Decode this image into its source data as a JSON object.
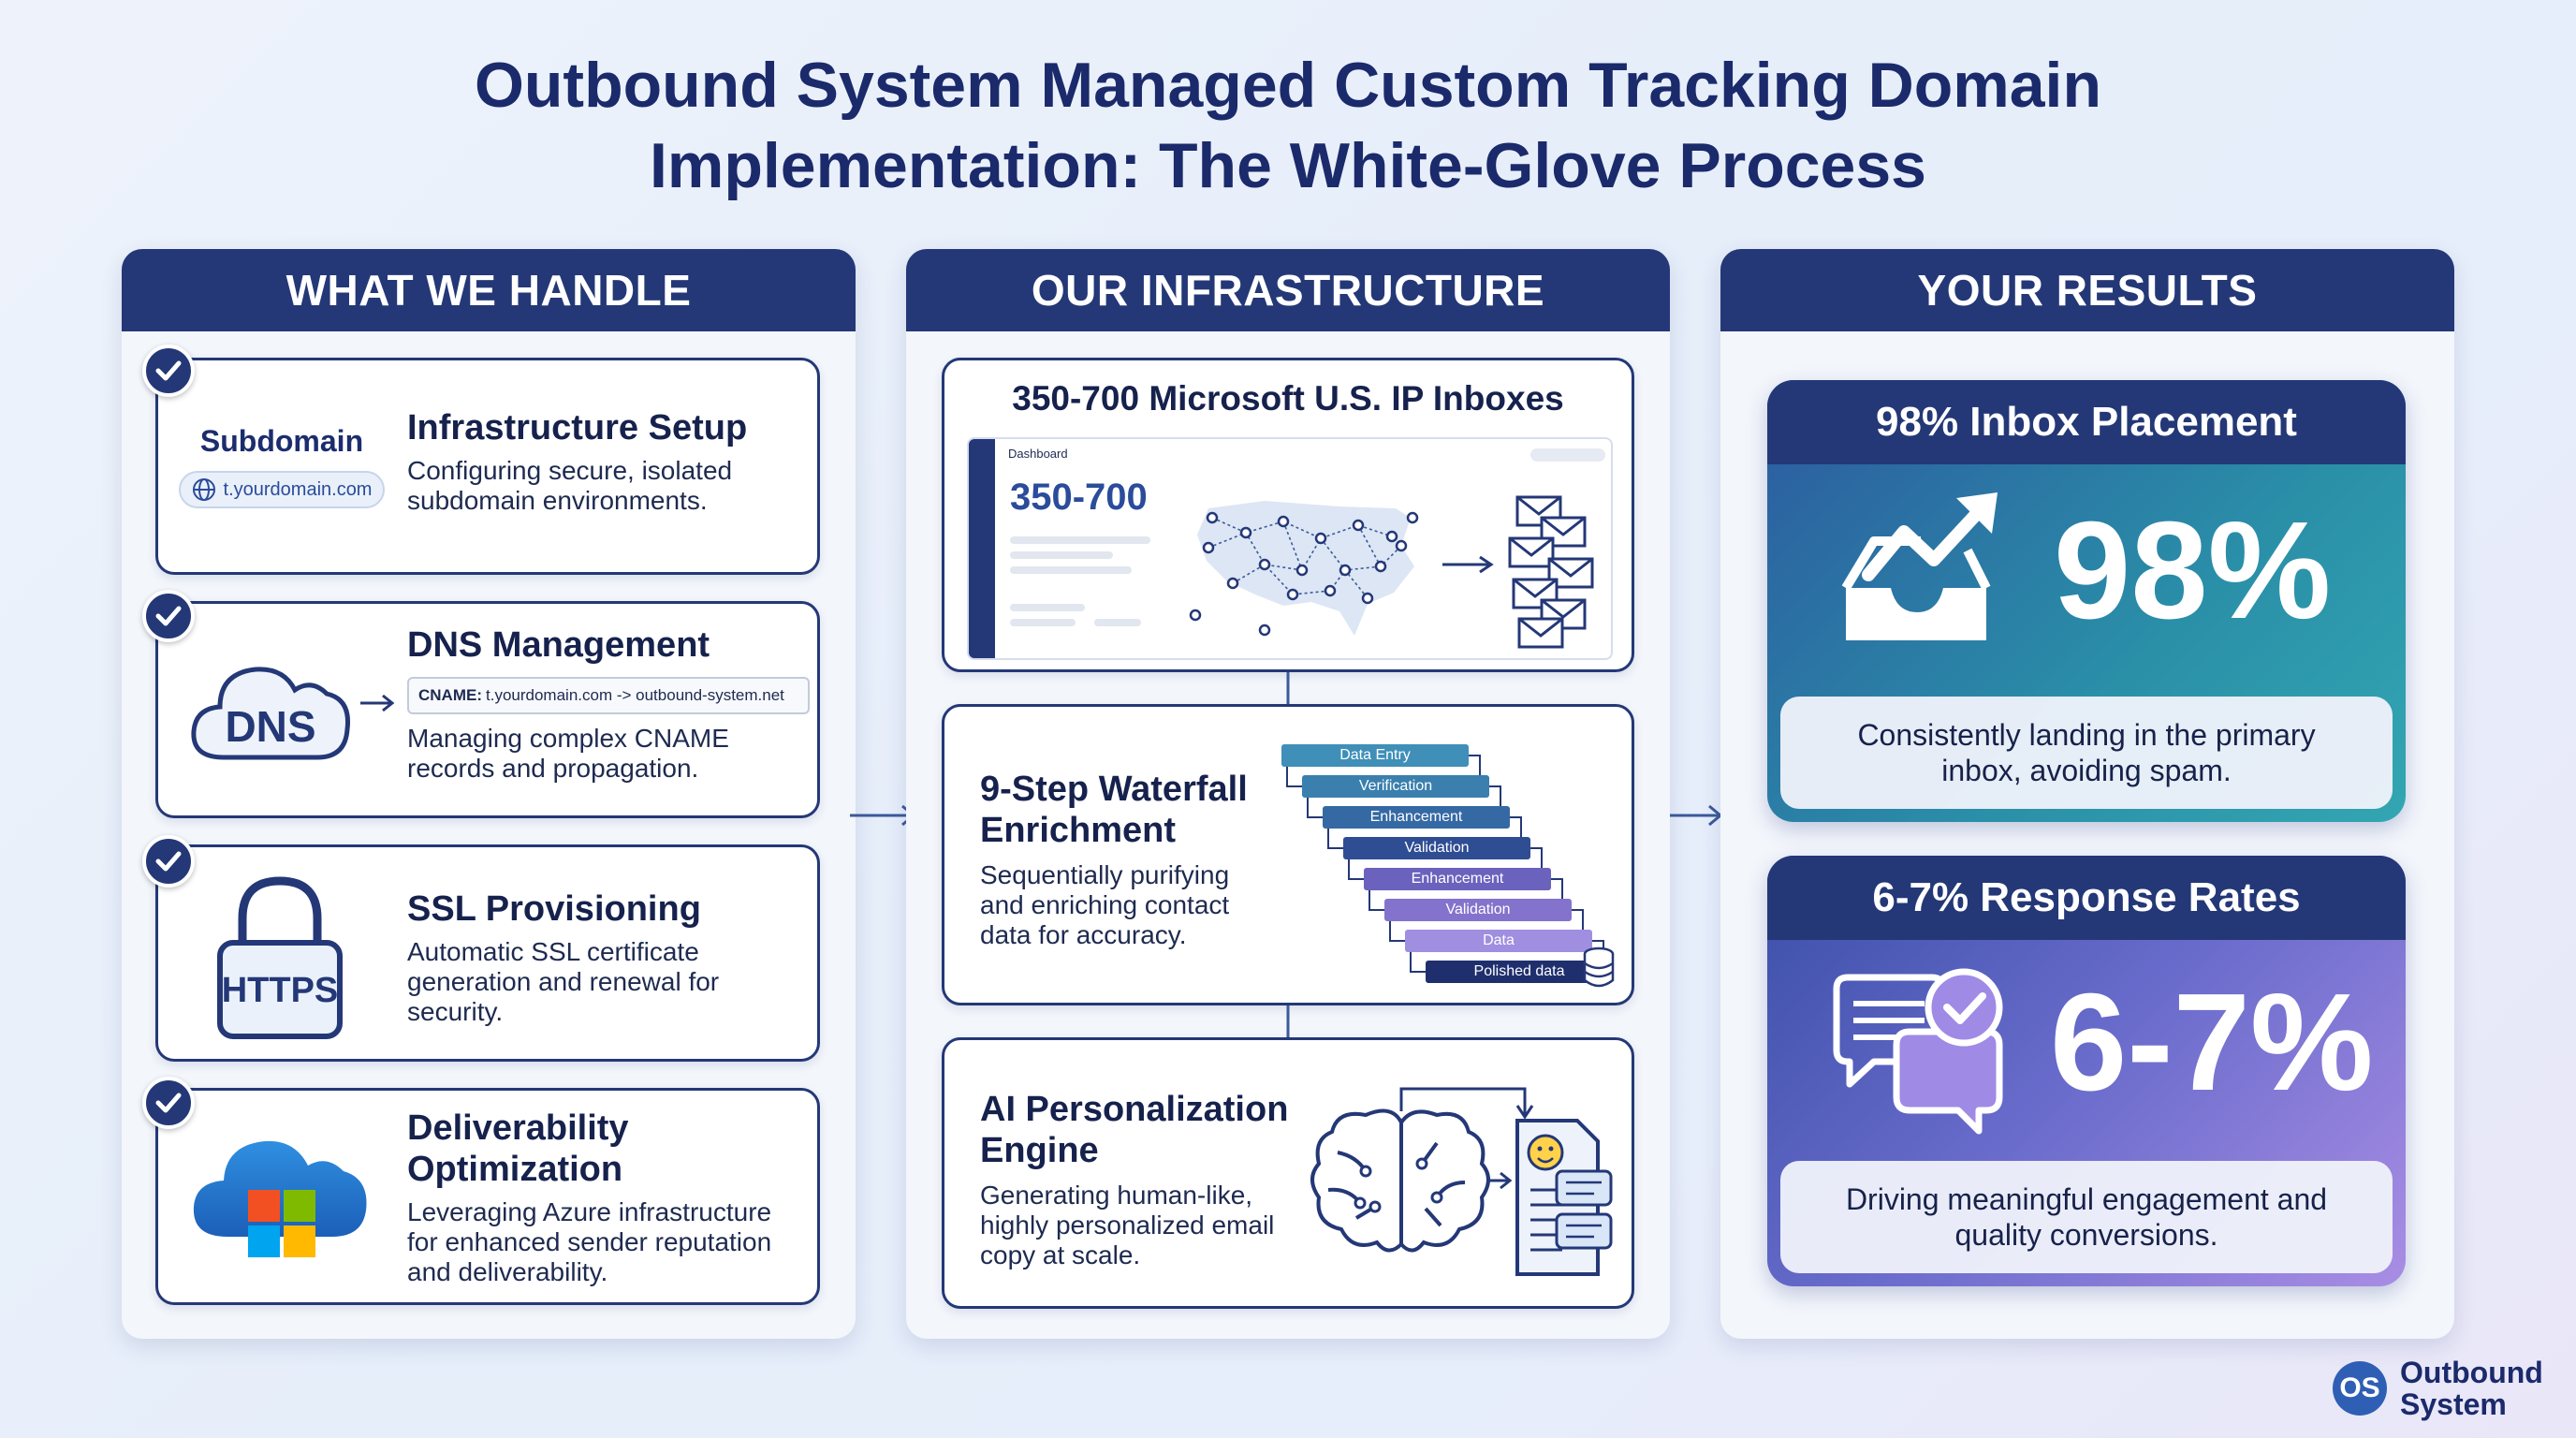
{
  "title": {
    "line1": "Outbound System Managed Custom Tracking Domain",
    "line2": "Implementation: The White-Glove Process"
  },
  "handle": {
    "header": "WHAT WE HANDLE",
    "items": [
      {
        "title": "Infrastructure Setup",
        "desc_lines": [
          "Configuring secure, isolated",
          "subdomain environments."
        ],
        "badge": "Subdomain",
        "pill": "t.yourdomain.com",
        "icon": "globe-icon"
      },
      {
        "title": "DNS Management",
        "cname_label": "CNAME:",
        "cname_value": "t.yourdomain.com -> outbound-system.net",
        "desc_lines": [
          "Managing complex CNAME",
          "records and propagation."
        ],
        "cloud_text": "DNS",
        "icon": "dns-cloud-icon"
      },
      {
        "title": "SSL Provisioning",
        "desc_lines": [
          "Automatic SSL certificate",
          "generation and renewal for",
          "security."
        ],
        "lock_text": "HTTPS",
        "icon": "padlock-icon"
      },
      {
        "title_lines": [
          "Deliverability",
          "Optimization"
        ],
        "desc_lines": [
          "Leveraging Azure infrastructure",
          "for enhanced sender reputation",
          "and deliverability."
        ],
        "icon": "azure-cloud-icon"
      }
    ]
  },
  "infra": {
    "header": "OUR INFRASTRUCTURE",
    "inboxes": {
      "title": "350-700 Microsoft U.S. IP Inboxes",
      "dashboard_label": "Dashboard",
      "dashboard_value": "350-700"
    },
    "waterfall": {
      "title_lines": [
        "9-Step Waterfall",
        "Enrichment"
      ],
      "desc_lines": [
        "Sequentially purifying",
        "and enriching contact",
        "data for accuracy."
      ],
      "steps": [
        "Data Entry",
        "Verification",
        "Enhancement",
        "Validation",
        "Enhancement",
        "Validation",
        "Data",
        "Polished data"
      ]
    },
    "ai": {
      "title_lines": [
        "AI Personalization",
        "Engine"
      ],
      "desc_lines": [
        "Generating human-like,",
        "highly personalized email",
        "copy at scale."
      ]
    }
  },
  "results": {
    "header": "YOUR RESULTS",
    "items": [
      {
        "title": "98% Inbox Placement",
        "value": "98%",
        "desc_lines": [
          "Consistently landing in the primary",
          "inbox, avoiding spam."
        ]
      },
      {
        "title": "6-7% Response Rates",
        "value": "6-7%",
        "desc_lines": [
          "Driving meaningful engagement and",
          "quality conversions."
        ]
      }
    ]
  },
  "brand": {
    "initials": "OS",
    "line1": "Outbound",
    "line2": "System"
  },
  "colors": {
    "navy": "#243877",
    "teal": "#2a8fa8",
    "purple": "#8a74d8",
    "step_colors": [
      "#3f8fb8",
      "#3a7fae",
      "#3569a4",
      "#2f4d93",
      "#6b62bd",
      "#8473cc",
      "#a08ee0",
      "#1f2f6e"
    ]
  }
}
